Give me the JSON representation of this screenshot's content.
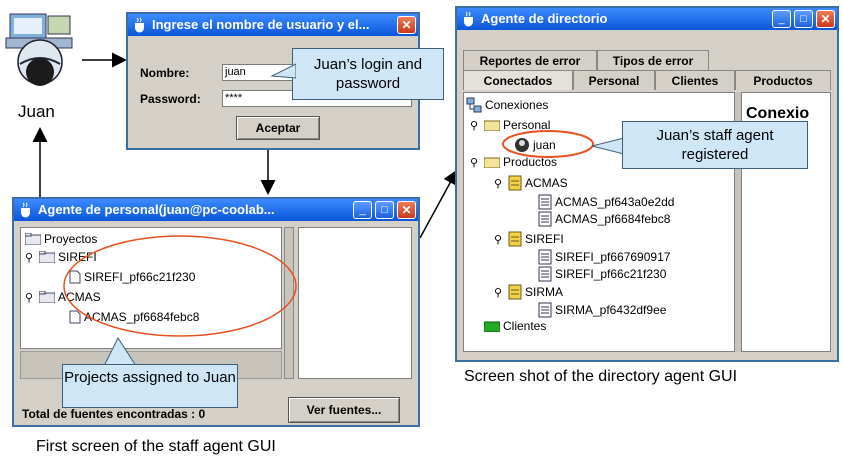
{
  "user": {
    "name": "Juan"
  },
  "login": {
    "title": "Ingrese el nombre de usuario y el...",
    "nombre_label": "Nombre:",
    "nombre_value": "juan",
    "password_label": "Password:",
    "password_value": "****",
    "accept_label": "Aceptar",
    "close_glyph": "✕"
  },
  "staff": {
    "title": "Agente de personal(juan@pc-coolab...",
    "tree": [
      {
        "label": "Proyectos",
        "icon": "folder-icon"
      },
      {
        "label": "SIREFI",
        "icon": "folder-icon"
      },
      {
        "label": "SIREFI_pf66c21f230",
        "icon": "file-icon"
      },
      {
        "label": "ACMAS",
        "icon": "folder-icon"
      },
      {
        "label": "ACMAS_pf6684febc8",
        "icon": "file-icon"
      }
    ],
    "status": "Total de fuentes encontradas : 0",
    "ver_button": "Ver fuentes..."
  },
  "directory": {
    "title": "Agente de directorio",
    "tabs_row1": [
      "Reportes de error",
      "Tipos de error"
    ],
    "tabs_row2": [
      "Conectados",
      "Personal",
      "Clientes",
      "Productos"
    ],
    "right_heading": "Conexio",
    "tree": [
      {
        "label": "Conexiones",
        "icon": "network-icon"
      },
      {
        "label": "Personal",
        "icon": "folder-open-icon"
      },
      {
        "label": "juan",
        "icon": "agent-icon"
      },
      {
        "label": "Productos",
        "icon": "folder-open-icon"
      },
      {
        "label": "ACMAS",
        "icon": "package-icon"
      },
      {
        "label": "ACMAS_pf643a0e2dd",
        "icon": "document-icon"
      },
      {
        "label": "ACMAS_pf6684febc8",
        "icon": "document-icon"
      },
      {
        "label": "SIREFI",
        "icon": "package-icon"
      },
      {
        "label": "SIREFI_pf667690917",
        "icon": "document-icon"
      },
      {
        "label": "SIREFI_pf66c21f230",
        "icon": "document-icon"
      },
      {
        "label": "SIRMA",
        "icon": "package-icon"
      },
      {
        "label": "SIRMA_pf6432df9ee",
        "icon": "document-icon"
      },
      {
        "label": "Clientes",
        "icon": "folder-icon"
      }
    ]
  },
  "callouts": {
    "login": "Juan’s login and password",
    "staff_registered": "Juan’s staff agent registered",
    "projects": "Projects assigned to Juan"
  },
  "captions": {
    "staff": "First screen of the staff agent GUI",
    "directory": "Screen shot of the directory agent GUI"
  },
  "colors": {
    "title_blue": "#0a56d8",
    "callout_fill": "#cfe6f6",
    "ellipse_red": "#e8501e"
  }
}
